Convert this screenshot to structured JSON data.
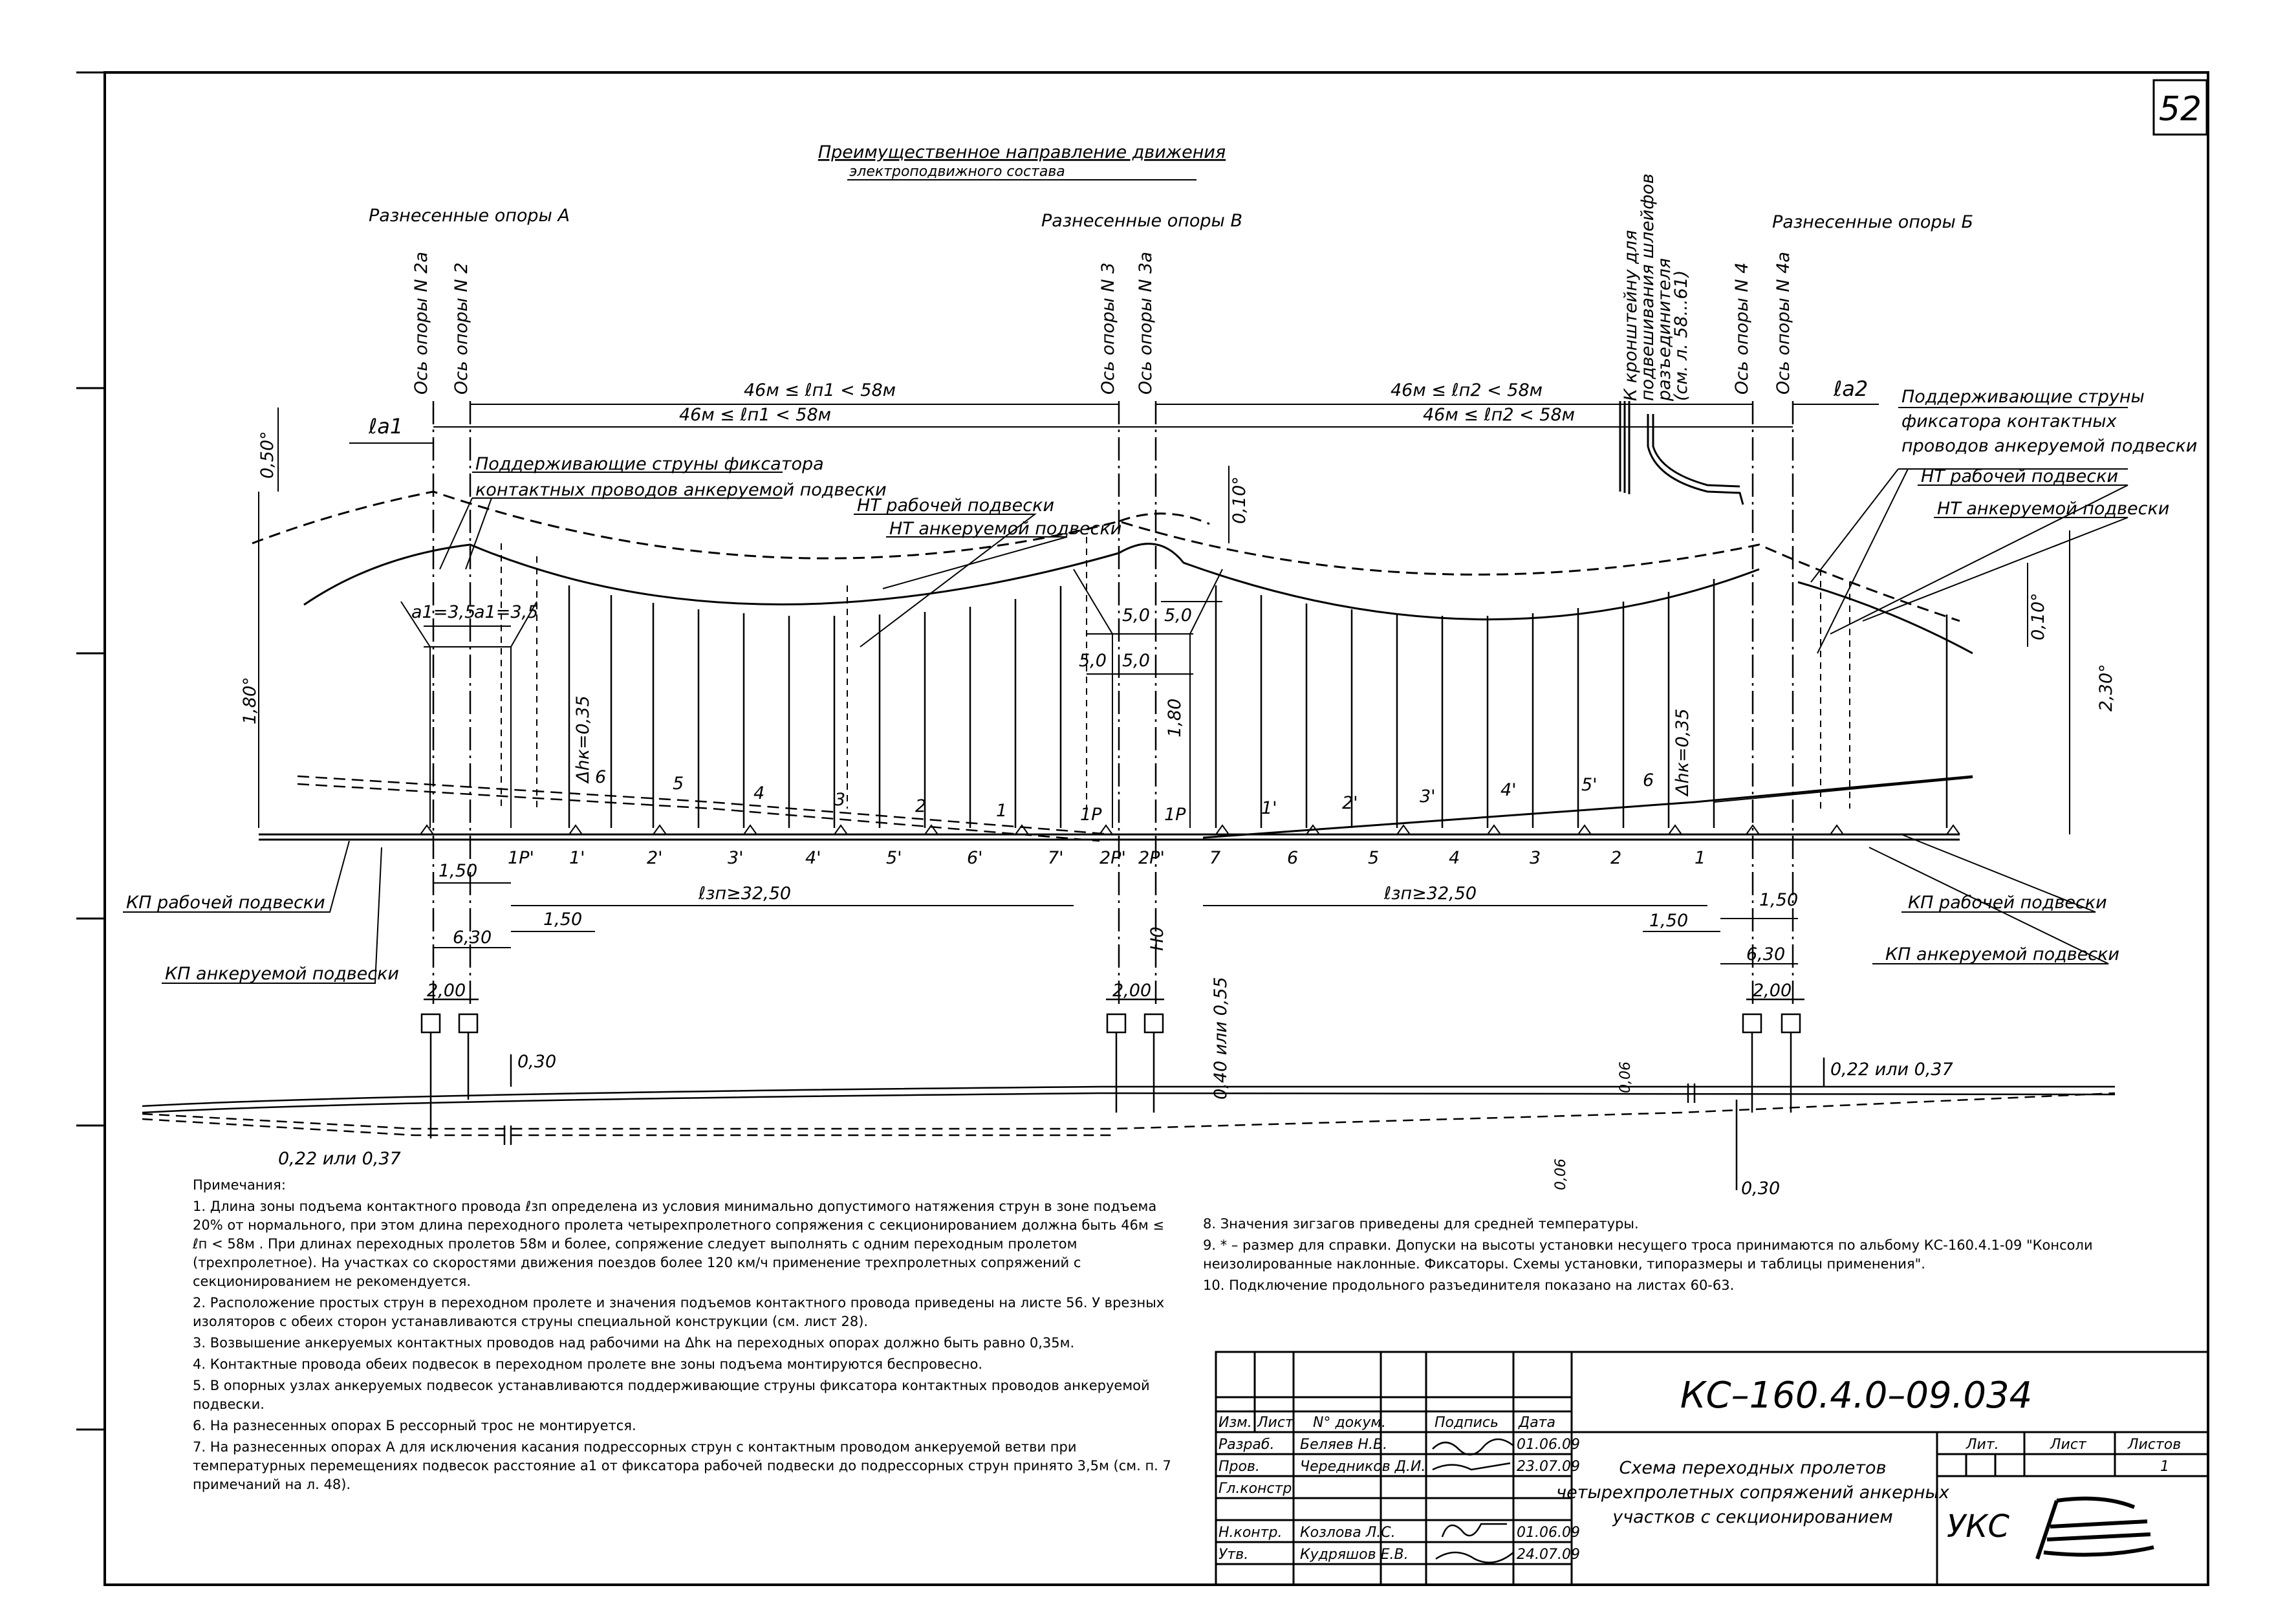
{
  "sheet": {
    "page_number": "52",
    "direction_line1": "Преимущественное направление движения",
    "direction_line2": "электроподвижного состава",
    "support_a": "Разнесенные опоры А",
    "support_v": "Разнесенные опоры В",
    "support_b": "Разнесенные опоры Б"
  },
  "axes": {
    "n2a": "Ось опоры N 2а",
    "n2": "Ось опоры N 2",
    "n3": "Ось опоры N 3",
    "n3a": "Ось опоры N 3а",
    "n4": "Ось опоры N 4",
    "n4a": "Ось опоры N 4а",
    "bracket_line1": "К кронштейну для",
    "bracket_line2": "подвешивания шлейфов",
    "bracket_line3": "разъединителя",
    "bracket_line4": "(см. л. 58...61)"
  },
  "dims": {
    "span_a_upper": "46м ≤ ℓп1 < 58м",
    "span_a_lower": "46м ≤ ℓп1 < 58м",
    "span_b_upper": "46м ≤ ℓп2 < 58м",
    "span_b_lower": "46м ≤ ℓп2 < 58м",
    "la1": "ℓа1",
    "la2": "ℓа2",
    "d050": "0,50°",
    "d010a": "0,10°",
    "d010b": "0,10°",
    "d180": "1,80°",
    "d180b": "1,80",
    "d230": "2,30°",
    "a1_left": "а1=3,5",
    "a1_right": "а1=3,5",
    "d50a": "5,0",
    "d50b": "5,0",
    "d50c": "5,0",
    "d50d": "5,0",
    "dhk_left": "Δhк=0,35",
    "dhk_right": "Δhк=0,35",
    "d150_l": "1,50",
    "d150_l2": "1,50",
    "d630_l": "6,30",
    "lzp_l": "ℓзп≥32,50",
    "lzp_r": "ℓзп≥32,50",
    "d150_r": "1,50",
    "d150_r2": "1,50",
    "d630_r": "6,30",
    "h0": "Н0",
    "d200_a": "2,00",
    "d200_b": "2,00",
    "d200_c": "2,00",
    "d030": "0,30",
    "d040_055": "0,40 или 0,55",
    "d006a": "0,06",
    "d006b": "0,06",
    "d022_037_r": "0,22 или 0,37",
    "d022_037_l": "0,22 или 0,37",
    "d030b": "0,30"
  },
  "labels": {
    "support_strings_a_l1": "Поддерживающие струны фиксатора",
    "support_strings_a_l2": "контактных проводов анкеруемой подвески",
    "nt_work": "НТ рабочей подвески",
    "nt_anchor": "НТ анкеруемой подвески",
    "support_strings_b_l1": "Поддерживающие струны",
    "support_strings_b_l2": "фиксатора контактных",
    "support_strings_b_l3": "проводов анкеруемой подвески",
    "nt_work_b": "НТ рабочей подвески",
    "nt_anchor_b": "НТ анкеруемой подвески",
    "kp_work_l": "КП рабочей подвески",
    "kp_anchor_l": "КП анкеруемой подвески",
    "kp_work_r": "КП рабочей подвески",
    "kp_anchor_r": "КП анкеруемой подвески"
  },
  "string_numbers_upper_left": [
    "6",
    "5",
    "4",
    "3",
    "2",
    "1",
    "1Р"
  ],
  "string_numbers_lower_left": [
    "1Р'",
    "1'",
    "2'",
    "3'",
    "4'",
    "5'",
    "6'",
    "7'",
    "2Р'"
  ],
  "string_numbers_upper_right": [
    "1Р",
    "1'",
    "2'",
    "3'",
    "4'",
    "5'",
    "6"
  ],
  "string_numbers_lower_right": [
    "2Р'",
    "7",
    "6",
    "5",
    "4",
    "3",
    "2",
    "1"
  ],
  "notes_title": "Примечания:",
  "notes": [
    "1. Длина зоны подъема контактного провода ℓзп определена из условия минимально допустимого натяжения струн в зоне подъема 20% от нормального, при этом длина переходного пролета четырехпролетного сопряжения с секционированием должна быть 46м ≤ ℓп < 58м . При длинах переходных пролетов 58м и более, сопряжение следует выполнять с одним переходным пролетом (трехпролетное). На участках со скоростями движения поездов более 120 км/ч применение трехпролетных сопряжений с секционированием не рекомендуется.",
    "2. Расположение простых струн в переходном пролете и значения подъемов контактного провода приведены на листе 56. У врезных изоляторов с обеих сторон устанавливаются струны специальной конструкции (см. лист 28).",
    "3. Возвышение анкеруемых контактных проводов над рабочими на Δhк на переходных опорах должно быть равно 0,35м.",
    "4. Контактные провода обеих подвесок в переходном пролете вне зоны подъема монтируются беспровесно.",
    "5. В опорных узлах анкеруемых подвесок устанавливаются поддерживающие струны фиксатора контактных проводов анкеруемой подвески.",
    "6. На разнесенных опорах Б рессорный трос не монтируется.",
    "7. На разнесенных опорах А для исключения касания подрессорных струн с контактным проводом анкеруемой ветви при температурных перемещениях подвесок расстояние а1 от фиксатора рабочей подвески до подрессорных струн принято 3,5м (см. п. 7 примечаний на л. 48)."
  ],
  "notes_right": [
    "8. Значения зигзагов приведены для средней температуры.",
    "9. * – размер для справки. Допуски на высоты установки несущего троса принимаются по альбому КС-160.4.1-09 \"Консоли неизолированные наклонные. Фиксаторы. Схемы установки, типоразмеры и таблицы применения\".",
    "10. Подключение продольного разъединителя показано на листах 60-63."
  ],
  "title_block": {
    "code": "КС–160.4.0–09.034",
    "title_line1": "Схема переходных пролетов",
    "title_line2": "четырехпролетных сопряжений анкерных",
    "title_line3": "участков с секционированием",
    "org": "УКС",
    "headers": {
      "izm": "Изм.",
      "list": "Лист",
      "doc": "N° докум.",
      "sign": "Подпись",
      "date": "Дата"
    },
    "stage_headers": {
      "lit": "Лит.",
      "list": "Лист",
      "listov": "Листов"
    },
    "sheets_total": "1",
    "rows": [
      {
        "role": "Разраб.",
        "name": "Беляев Н.В.",
        "date": "01.06.09"
      },
      {
        "role": "Пров.",
        "name": "Чередников Д.И.",
        "date": "23.07.09"
      },
      {
        "role": "Гл.констр.",
        "name": "",
        "date": ""
      },
      {
        "role": "Н.контр.",
        "name": "Козлова Л.С.",
        "date": "01.06.09"
      },
      {
        "role": "Утв.",
        "name": "Кудряшов Е.В.",
        "date": "24.07.09"
      }
    ]
  }
}
